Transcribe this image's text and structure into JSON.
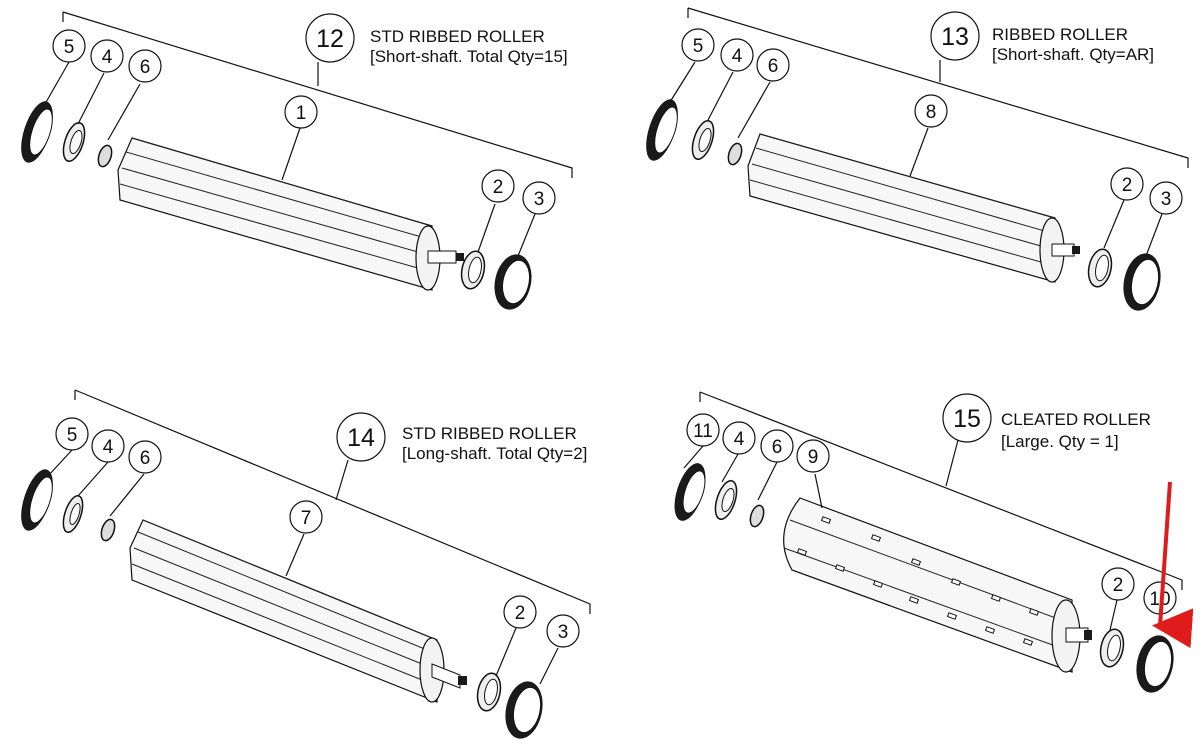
{
  "diagram": {
    "colors": {
      "arrow": "#e01b1b",
      "ink": "#111111"
    },
    "assemblies": [
      {
        "id": "12",
        "title_line1": "STD RIBBED ROLLER",
        "title_line2": "[Short-shaft. Total Qty=15]",
        "parts": {
          "left": [
            "5",
            "4",
            "6"
          ],
          "body": "1",
          "right": [
            "2",
            "3"
          ]
        }
      },
      {
        "id": "13",
        "title_line1": "RIBBED ROLLER",
        "title_line2": "[Short-shaft. Qty=AR]",
        "parts": {
          "left": [
            "5",
            "4",
            "6"
          ],
          "body": "8",
          "right": [
            "2",
            "3"
          ]
        }
      },
      {
        "id": "14",
        "title_line1": "STD RIBBED ROLLER",
        "title_line2": "[Long-shaft. Total Qty=2]",
        "parts": {
          "left": [
            "5",
            "4",
            "6"
          ],
          "body": "7",
          "right": [
            "2",
            "3"
          ]
        }
      },
      {
        "id": "15",
        "title_line1": "CLEATED ROLLER",
        "title_line2": "[Large. Qty = 1]",
        "parts": {
          "left": [
            "11",
            "4",
            "6"
          ],
          "body": "9",
          "right": [
            "2",
            "10"
          ]
        }
      }
    ]
  }
}
